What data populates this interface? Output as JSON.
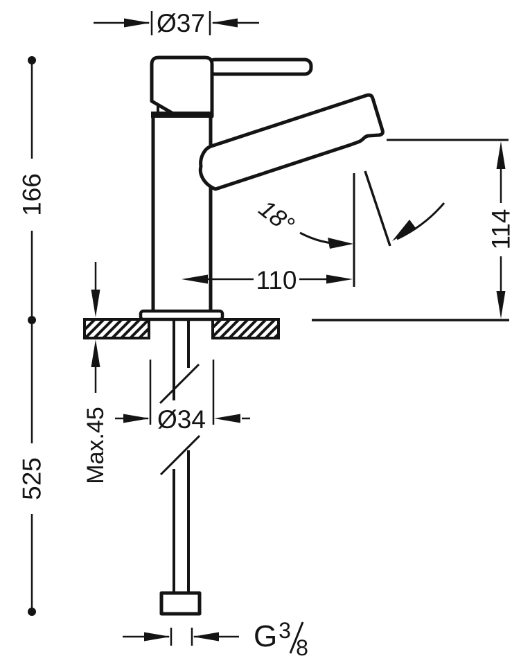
{
  "drawing": {
    "background": "#ffffff",
    "ink": "#141414",
    "labels": {
      "head_diameter": "Ø37",
      "body_height": "166",
      "hose_length": "525",
      "max_deck_thickness": "Max.45",
      "spout_reach": "110",
      "spout_angle": "18°",
      "outlet_height": "114",
      "base_diameter": "Ø34",
      "thread_prefix": "G",
      "thread_numerator": "3",
      "thread_denominator": "8"
    }
  }
}
